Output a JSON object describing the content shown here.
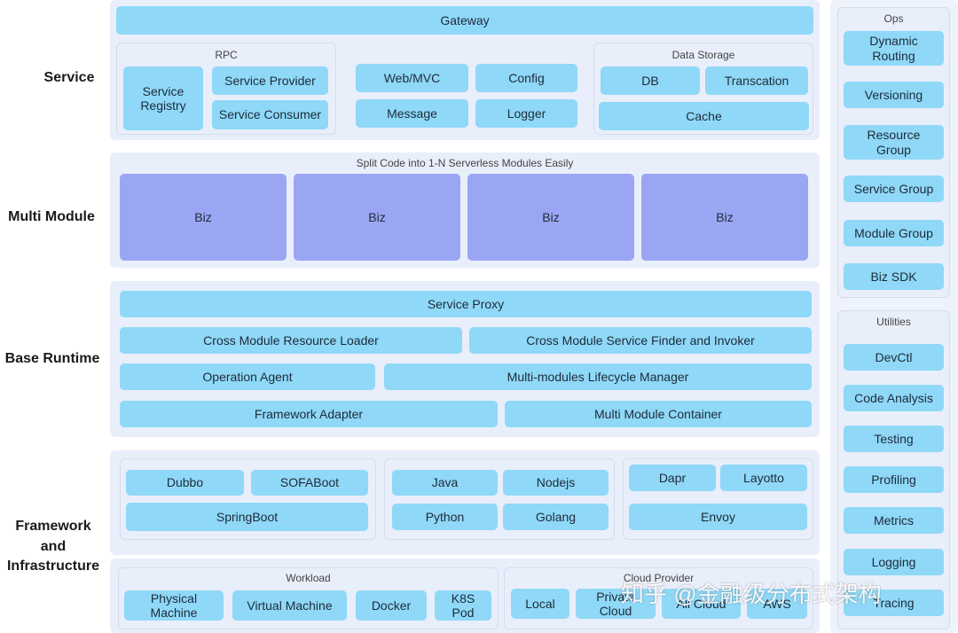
{
  "layers": {
    "service": "Service",
    "multi_module": "Multi Module",
    "base_runtime": "Base Runtime",
    "framework": "Framework\nand\nInfrastructure"
  },
  "service": {
    "gateway": "Gateway",
    "rpc": {
      "title": "RPC",
      "registry": "Service\nRegistry",
      "provider": "Service Provider",
      "consumer": "Service Consumer"
    },
    "web_mvc": "Web/MVC",
    "config": "Config",
    "message": "Message",
    "logger": "Logger",
    "storage": {
      "title": "Data Storage",
      "db": "DB",
      "transaction": "Transcation",
      "cache": "Cache"
    }
  },
  "multi_module": {
    "caption": "Split Code into 1-N Serverless Modules Easily",
    "biz": [
      "Biz",
      "Biz",
      "Biz",
      "Biz"
    ]
  },
  "runtime": {
    "service_proxy": "Service Proxy",
    "resource_loader": "Cross Module Resource Loader",
    "finder_invoker": "Cross Module Service Finder and Invoker",
    "operation_agent": "Operation Agent",
    "lifecycle": "Multi-modules Lifecycle Manager",
    "adapter": "Framework Adapter",
    "container": "Multi Module Container"
  },
  "framework": {
    "dubbo": "Dubbo",
    "sofaboot": "SOFABoot",
    "springboot": "SpringBoot",
    "java": "Java",
    "nodejs": "Nodejs",
    "python": "Python",
    "golang": "Golang",
    "dapr": "Dapr",
    "layotto": "Layotto",
    "envoy": "Envoy"
  },
  "workload": {
    "title": "Workload",
    "physical": "Physical\nMachine",
    "vm": "Virtual Machine",
    "docker": "Docker",
    "k8s": "K8S\nPod"
  },
  "cloud": {
    "title": "Cloud Provider",
    "local": "Local",
    "private": "Private\nCloud",
    "ali": "Ali Cloud",
    "aws": "AWS"
  },
  "ops": {
    "title": "Ops",
    "items": [
      "Dynamic\nRouting",
      "Versioning",
      "Resource\nGroup",
      "Service Group",
      "Module Group",
      "Biz SDK"
    ]
  },
  "utilities": {
    "title": "Utilities",
    "items": [
      "DevCtl",
      "Code Analysis",
      "Testing",
      "Profiling",
      "Metrics",
      "Logging",
      "Tracing"
    ]
  },
  "watermark": "知乎 @金融级分布式架构"
}
